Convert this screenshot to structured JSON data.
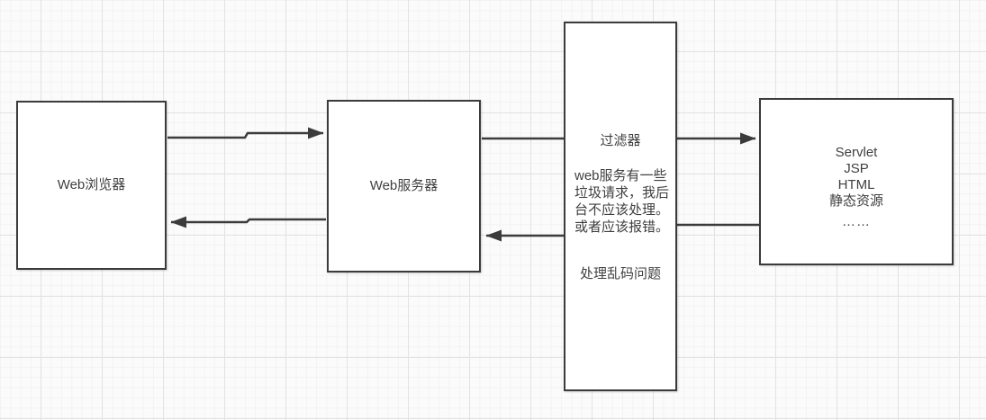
{
  "canvas": {
    "background_color": "#fbfbfb",
    "grid_major_color": "#e3e3e3",
    "grid_minor_color": "#f3f3f3",
    "stroke_color": "#3b3b3b",
    "text_color": "#3f3f3f"
  },
  "nodes": {
    "browser": {
      "label": "Web浏览器"
    },
    "server": {
      "label": "Web服务器"
    },
    "filter": {
      "title": "过滤器",
      "note": "web服务有一些\n垃圾请求，我后\n台不应该处理。\n或者应该报错。",
      "note2": "处理乱码问题"
    },
    "target": {
      "lines": [
        "Servlet",
        "JSP",
        "HTML",
        "静态资源",
        "……"
      ]
    }
  }
}
